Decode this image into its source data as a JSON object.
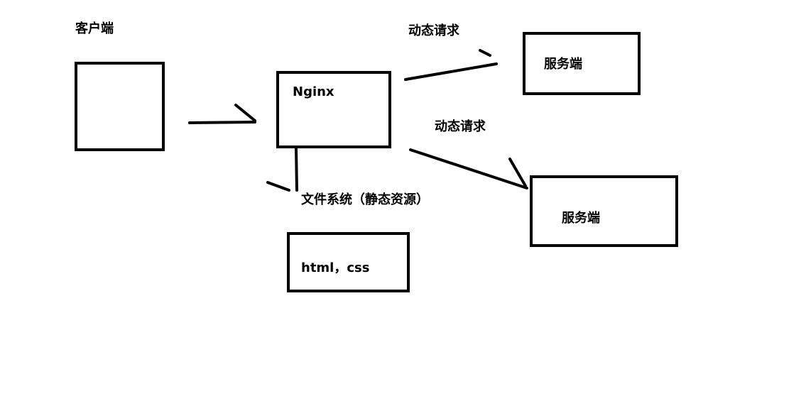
{
  "nodes": {
    "client": {
      "label": "客户端"
    },
    "nginx": {
      "label": "Nginx"
    },
    "server_top": {
      "label": "服务端"
    },
    "server_bottom": {
      "label": "服务端"
    },
    "static_files": {
      "label": "html，css"
    }
  },
  "edges": {
    "dynamic_request_top": {
      "label": "动态请求"
    },
    "dynamic_request_bottom": {
      "label": "动态请求"
    },
    "file_system": {
      "label": "文件系统（静态资源）"
    }
  },
  "colors": {
    "stroke": "#000000",
    "background": "#ffffff"
  }
}
